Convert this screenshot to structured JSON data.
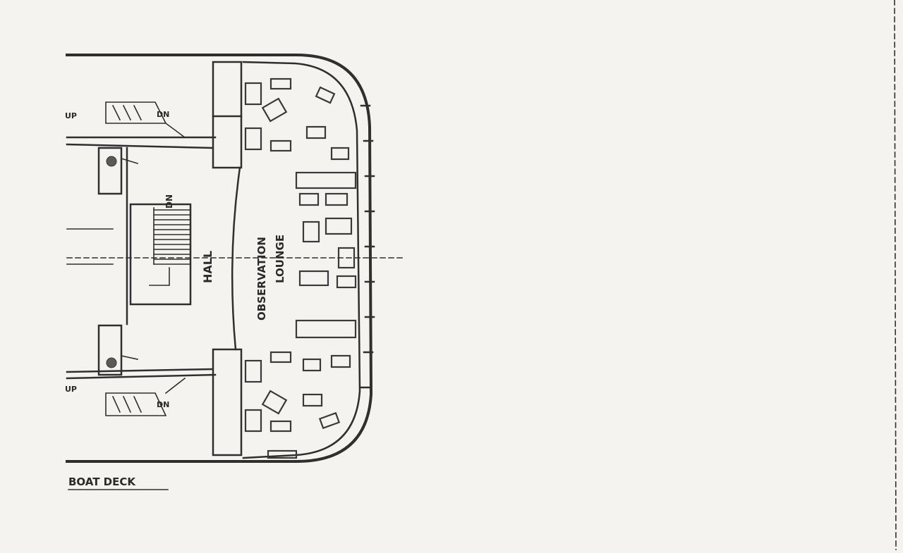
{
  "labels": {
    "hall": "HALL",
    "observation": "OBSERVATION",
    "lounge": "LOUNGE",
    "stair_down": "DN",
    "up_top": "UP",
    "dn_top": "DN",
    "up_bottom": "UP",
    "dn_bottom": "DN",
    "deck_title": "BOAT DECK"
  },
  "colors": {
    "paper": "#f4f3ef",
    "ink": "#2f2f2f"
  }
}
